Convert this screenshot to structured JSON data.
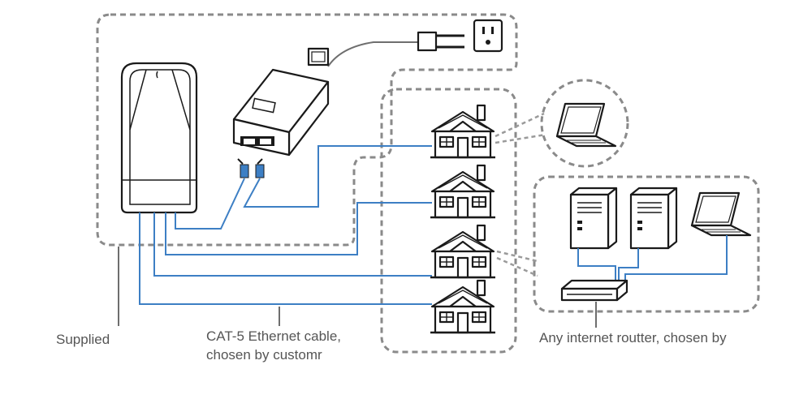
{
  "labels": {
    "supplied": "Supplied",
    "cable_line1": "CAT-5 Ethernet cable,",
    "cable_line2": "chosen by customr",
    "router": "Any internet routter, chosen by"
  },
  "colors": {
    "cable": "#3d7fc4",
    "dashed_group": "#8a8a8a",
    "outline": "#1a1a1a",
    "label_text": "#555555"
  },
  "icons": [
    "outdoor-unit-icon",
    "poe-adapter-icon",
    "power-plug-icon",
    "wall-outlet-icon",
    "house-icon",
    "laptop-icon",
    "desktop-tower-icon",
    "router-icon",
    "rj45-connector-icon"
  ]
}
